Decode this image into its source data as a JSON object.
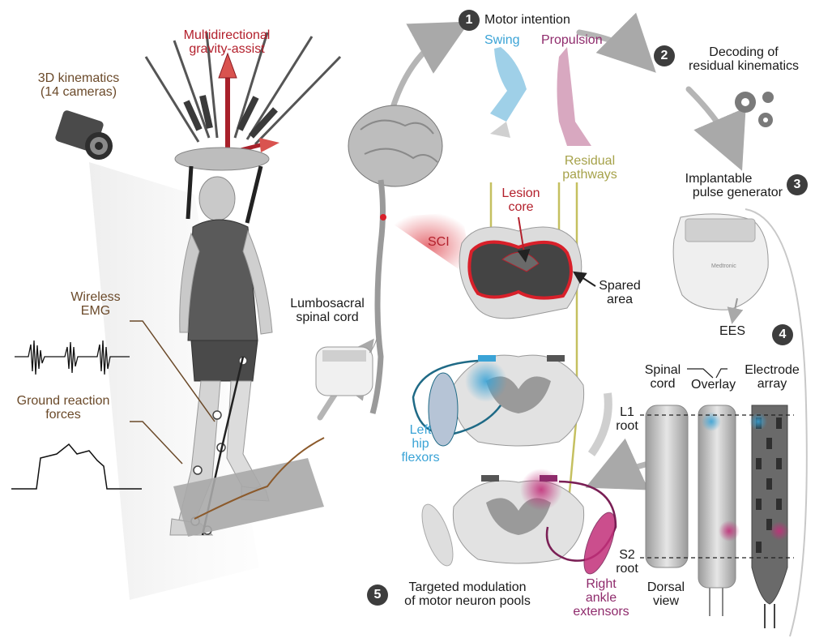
{
  "labels": {
    "kinematics": [
      "3D kinematics",
      "(14 cameras)"
    ],
    "gravity": [
      "Multidirectional",
      "gravity-assist"
    ],
    "emg": [
      "Wireless",
      "EMG"
    ],
    "grf": [
      "Ground reaction",
      "forces"
    ],
    "lumbosacral": [
      "Lumbosacral",
      "spinal cord"
    ],
    "motor_intention": "Motor intention",
    "swing": "Swing",
    "propulsion": "Propulsion",
    "decoding": [
      "Decoding of",
      "residual kinematics"
    ],
    "residual": [
      "Residual",
      "pathways"
    ],
    "lesion": [
      "Lesion",
      "core"
    ],
    "sci": "SCI",
    "spared": [
      "Spared",
      "area"
    ],
    "ipg": [
      "Implantable",
      "pulse generator"
    ],
    "ees": "EES",
    "spinal_cord": [
      "Spinal",
      "cord"
    ],
    "overlay": "Overlay",
    "electrode": [
      "Electrode",
      "array"
    ],
    "l1": [
      "L1",
      "root"
    ],
    "s2": [
      "S2",
      "root"
    ],
    "dorsal": [
      "Dorsal",
      "view"
    ],
    "left_hip": [
      "Left",
      "hip",
      "flexors"
    ],
    "right_ankle": [
      "Right",
      "ankle",
      "extensors"
    ],
    "targeted": [
      "Targeted modulation",
      "of motor neuron pools"
    ]
  },
  "steps": [
    "1",
    "2",
    "3",
    "4",
    "5"
  ],
  "colors": {
    "brown": "#6b4a2a",
    "red": "#b3202c",
    "blue": "#3aa3d6",
    "purple": "#8f2b6c",
    "olive": "#a6a24a",
    "badge": "#3d3d3d",
    "gray_arrow": "#b5b5b5"
  }
}
